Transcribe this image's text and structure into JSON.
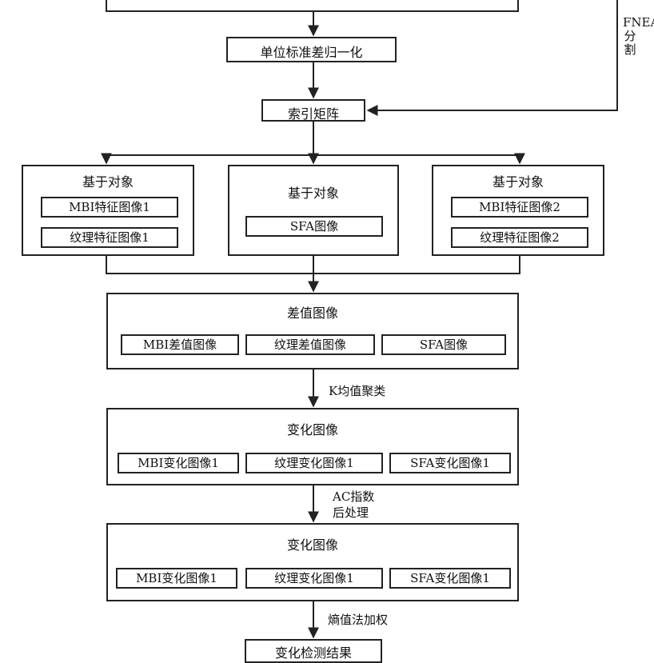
{
  "nodes": {
    "normalize": "单位标准差归一化",
    "index_matrix": "索引矩阵",
    "left_group": {
      "title": "基于对象",
      "items": [
        "MBI特征图像1",
        "纹理特征图像1"
      ]
    },
    "mid_group": {
      "title": "基于对象",
      "items": [
        "SFA图像"
      ]
    },
    "right_group": {
      "title": "基于对象",
      "items": [
        "MBI特征图像2",
        "纹理特征图像2"
      ]
    },
    "diff_group": {
      "title": "差值图像",
      "items": [
        "MBI差值图像",
        "纹理差值图像",
        "SFA图像"
      ]
    },
    "change_group_1": {
      "title": "变化图像",
      "items": [
        "MBI变化图像1",
        "纹理变化图像1",
        "SFA变化图像1"
      ]
    },
    "change_group_2": {
      "title": "变化图像",
      "items": [
        "MBI变化图像1",
        "纹理变化图像1",
        "SFA变化图像1"
      ]
    },
    "result": "变化检测结果"
  },
  "edge_labels": {
    "fnea": "FNEA分割",
    "kmeans": "K均值聚类",
    "ac_line1": "AC指数",
    "ac_line2": "后处理",
    "entropy": "熵值法加权"
  }
}
